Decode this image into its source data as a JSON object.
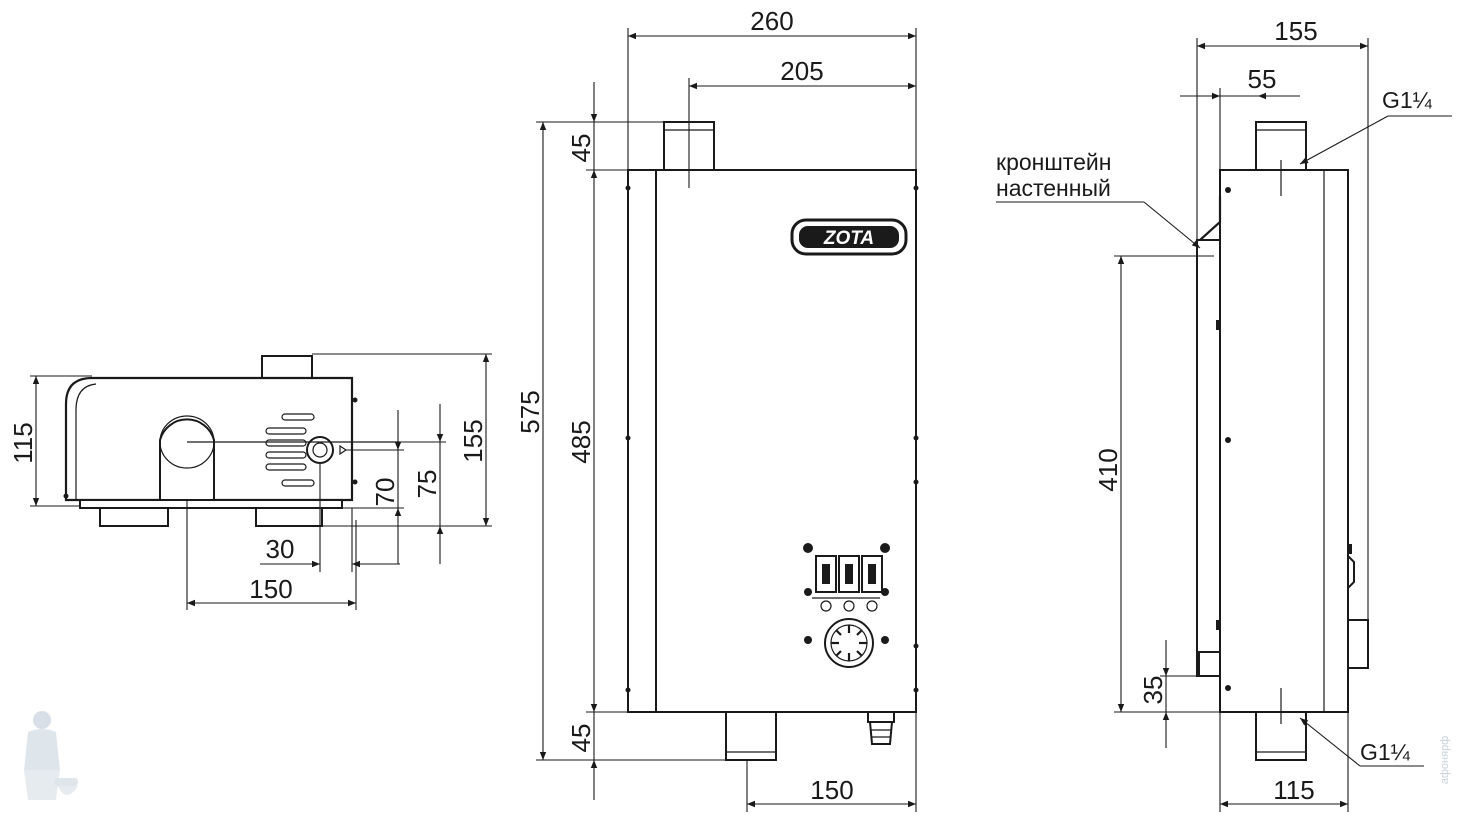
{
  "dimensions": {
    "top_view": {
      "height_115": "115",
      "height_155": "155",
      "offset_70": "70",
      "offset_75": "75",
      "offset_30": "30",
      "width_150": "150"
    },
    "front_view": {
      "width_260": "260",
      "width_205": "205",
      "height_575": "575",
      "height_485": "485",
      "pipe_top_45": "45",
      "pipe_bottom_45": "45",
      "bottom_150": "150"
    },
    "side_view": {
      "width_155": "155",
      "width_55": "55",
      "height_410": "410",
      "height_35": "35",
      "bottom_115": "115"
    }
  },
  "labels": {
    "thread_top": "G1¼",
    "thread_bottom": "G1¼",
    "bracket_line1": "кронштейн",
    "bracket_line2": "настенный",
    "logo": "ZOTA"
  },
  "watermark": {
    "text": "афонярф"
  }
}
